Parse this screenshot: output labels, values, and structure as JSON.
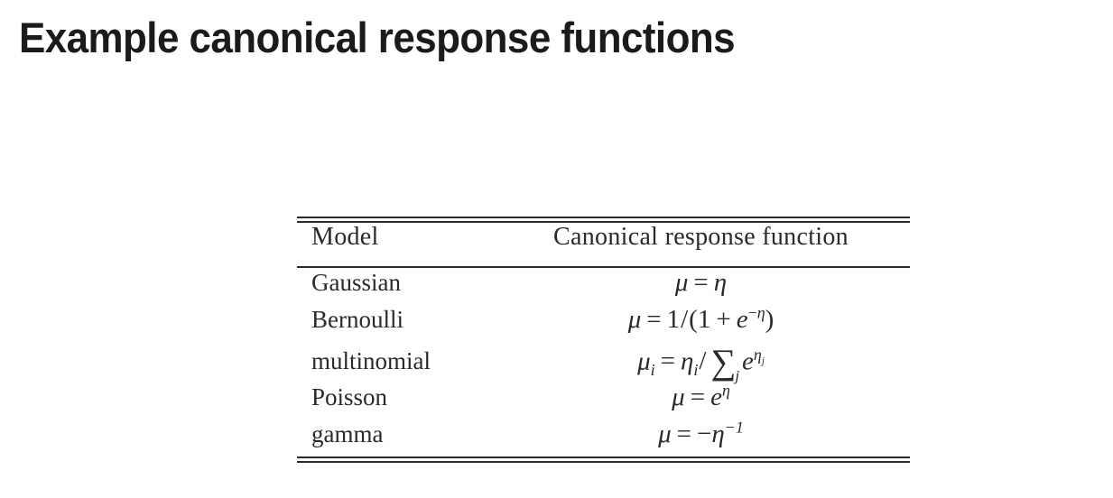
{
  "slide": {
    "title": "Example canonical response functions",
    "background_color": "#ffffff",
    "title_color": "#1b1b1b"
  },
  "table": {
    "rule_color": "#2b2b2b",
    "top_rule_style": "double",
    "bottom_rule_style": "double",
    "header_rule_style": "single",
    "columns": [
      {
        "key": "model",
        "label": "Model",
        "align": "left"
      },
      {
        "key": "formula",
        "label": "Canonical response function",
        "align": "center"
      }
    ],
    "rows": [
      {
        "model": "Gaussian",
        "formula_text": "μ = η",
        "mu": "μ",
        "mu_sub": "",
        "rhs": "η"
      },
      {
        "model": "Bernoulli",
        "formula_text": "μ = 1/(1 + e^{-η})",
        "mu": "μ",
        "mu_sub": "",
        "rhs": "1/(1 + e^{-η})"
      },
      {
        "model": "multinomial",
        "formula_text": "μ_i = η_i / ∑_j e^{η_j}",
        "mu": "μ",
        "mu_sub": "i",
        "rhs": "η_i / ∑_j e^{η_j}"
      },
      {
        "model": "Poisson",
        "formula_text": "μ = e^{η}",
        "mu": "μ",
        "mu_sub": "",
        "rhs": "e^{η}"
      },
      {
        "model": "gamma",
        "formula_text": "μ = −η^{-1}",
        "mu": "μ",
        "mu_sub": "",
        "rhs": "−η^{-1}"
      }
    ],
    "symbols": {
      "mu": "μ",
      "eta": "η",
      "e": "e",
      "equals": "=",
      "plus": "+",
      "minus": "−",
      "slash": "/",
      "sum": "∑",
      "one": "1",
      "index_i": "i",
      "index_j": "j",
      "lparen": "(",
      "rparen": ")",
      "exp_minus_one": "−1"
    }
  }
}
